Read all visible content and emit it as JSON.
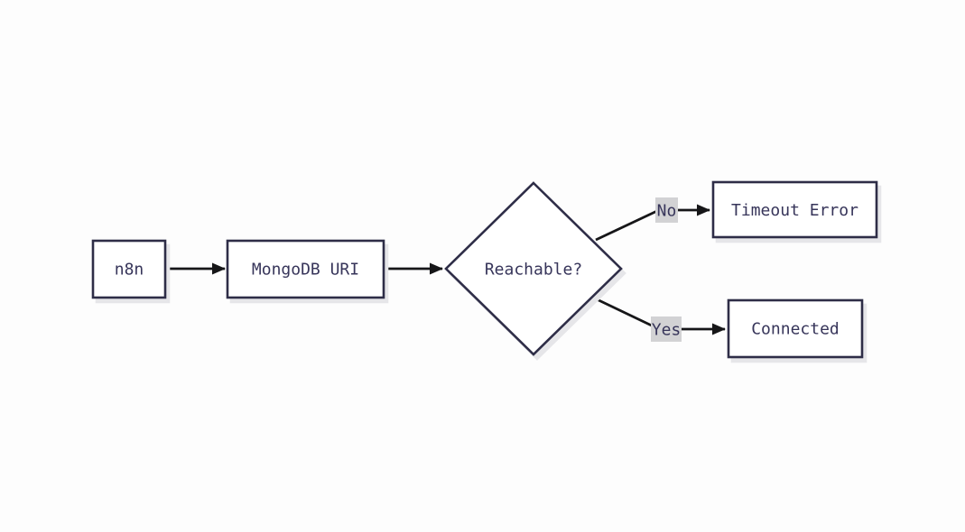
{
  "diagram": {
    "type": "flowchart",
    "direction": "left-to-right",
    "nodes": {
      "n8n": {
        "label": "n8n",
        "shape": "rect"
      },
      "mongodb_uri": {
        "label": "MongoDB URI",
        "shape": "rect"
      },
      "reachable": {
        "label": "Reachable?",
        "shape": "diamond"
      },
      "timeout_error": {
        "label": "Timeout Error",
        "shape": "rect"
      },
      "connected": {
        "label": "Connected",
        "shape": "rect"
      }
    },
    "edges": [
      {
        "from": "n8n",
        "to": "mongodb_uri",
        "label": ""
      },
      {
        "from": "mongodb_uri",
        "to": "reachable",
        "label": ""
      },
      {
        "from": "reachable",
        "to": "timeout_error",
        "label": "No"
      },
      {
        "from": "reachable",
        "to": "connected",
        "label": "Yes"
      }
    ],
    "colors": {
      "background": "#fdfdfd",
      "node_fill": "#ffffff",
      "node_border": "#2e2d47",
      "node_text": "#37355a",
      "edge_stroke": "#161618",
      "edge_label_background": "#d2d2d4",
      "node_shadow": "#e6e6e9"
    }
  }
}
